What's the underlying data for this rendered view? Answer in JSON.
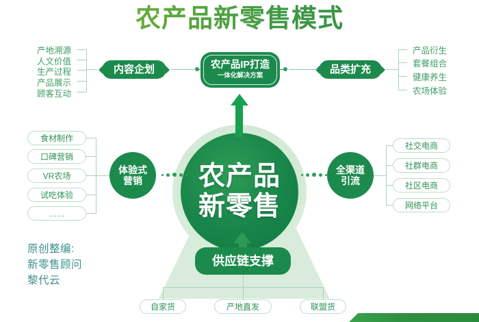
{
  "title": "农产品新零售模式",
  "hub": {
    "line1": "农产品",
    "line2": "新零售"
  },
  "nodes": {
    "content_plan": "内容企划",
    "ip_build": "农产品IP打造",
    "ip_build_sub": "一体化解决方案",
    "category_expand": "品类扩充",
    "experience_marketing_l1": "体验式",
    "experience_marketing_l2": "营销",
    "omnichannel_l1": "全渠道",
    "omnichannel_l2": "引流",
    "supply_chain": "供应链支撑"
  },
  "groups": {
    "content_plan_items": [
      "产地溯源",
      "人文价值",
      "生产过程",
      "产品展示",
      "顾客互动"
    ],
    "category_expand_items": [
      "产品衍生",
      "套餐组合",
      "健康养生",
      "农场体验"
    ],
    "experience_items": [
      "食材制作",
      "口碑营销",
      "VR农场",
      "试吃体验",
      "……"
    ],
    "omnichannel_items": [
      "社交电商",
      "社群电商",
      "社区电商",
      "网络平台"
    ],
    "supply_items": [
      "自家货",
      "产地直发",
      "联盟货"
    ]
  },
  "credit": {
    "line1": "原创整编:",
    "line2": "新零售顾问",
    "line3": "黎代云"
  },
  "colors": {
    "primary_green": "#1c8a4c",
    "light_green": "#d9ecdc",
    "leaf_border": "#bcdcc6",
    "leaf_text": "#2f9157",
    "credit_text": "#3b8f8f",
    "title_gradient_start": "#8cc63f",
    "title_gradient_end": "#2e8b46"
  }
}
